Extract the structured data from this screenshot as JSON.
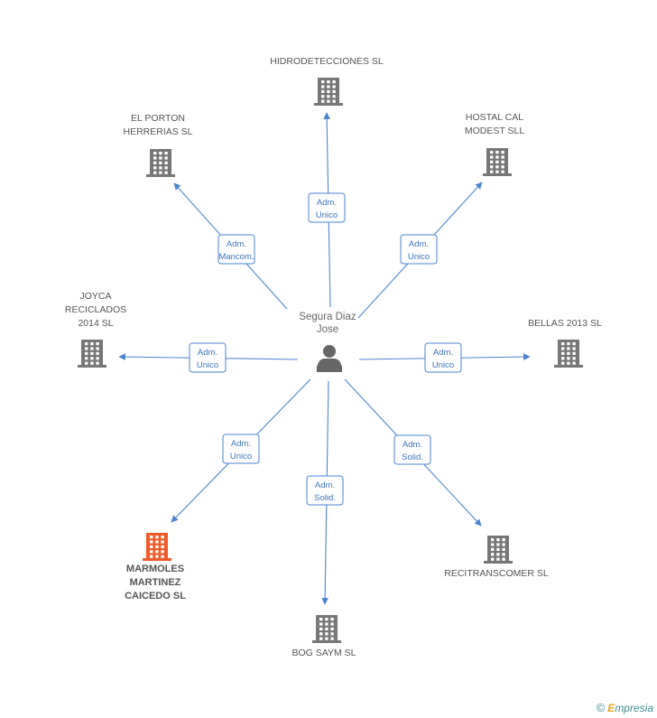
{
  "center": {
    "name_lines": [
      "Segura Diaz",
      "Jose"
    ],
    "icon": "person-icon"
  },
  "companies": [
    {
      "id": "hidrodetecciones",
      "lines": [
        "HIDRODETECCIONES SL"
      ],
      "role": [
        "Adm.",
        "Unico"
      ],
      "focus": false
    },
    {
      "id": "el-porton",
      "lines": [
        "EL PORTON",
        "HERRERIAS  SL"
      ],
      "role": [
        "Adm.",
        "Mancom."
      ],
      "focus": false
    },
    {
      "id": "hostal-cal",
      "lines": [
        "HOSTAL CAL",
        "MODEST SLL"
      ],
      "role": [
        "Adm.",
        "Unico"
      ],
      "focus": false
    },
    {
      "id": "joyca",
      "lines": [
        "JOYCA",
        "RECICLADOS",
        "2014  SL"
      ],
      "role": [
        "Adm.",
        "Unico"
      ],
      "focus": false
    },
    {
      "id": "bellas",
      "lines": [
        "BELLAS 2013 SL"
      ],
      "role": [
        "Adm.",
        "Unico"
      ],
      "focus": false
    },
    {
      "id": "marmoles",
      "lines": [
        "MARMOLES",
        "MARTINEZ",
        "CAICEDO SL"
      ],
      "role": [
        "Adm.",
        "Unico"
      ],
      "focus": true
    },
    {
      "id": "bog-saym",
      "lines": [
        "BOG SAYM SL"
      ],
      "role": [
        "Adm.",
        "Solid."
      ],
      "focus": false
    },
    {
      "id": "recitranscomer",
      "lines": [
        "RECITRANSCOMER SL"
      ],
      "role": [
        "Adm.",
        "Solid."
      ],
      "focus": false
    }
  ],
  "colors": {
    "edge": "#4a86cf",
    "building": "#777777",
    "focus_building": "#f05a28"
  },
  "footer": {
    "copyright": "©",
    "brand_initial": "E",
    "brand_rest": "mpresia"
  }
}
